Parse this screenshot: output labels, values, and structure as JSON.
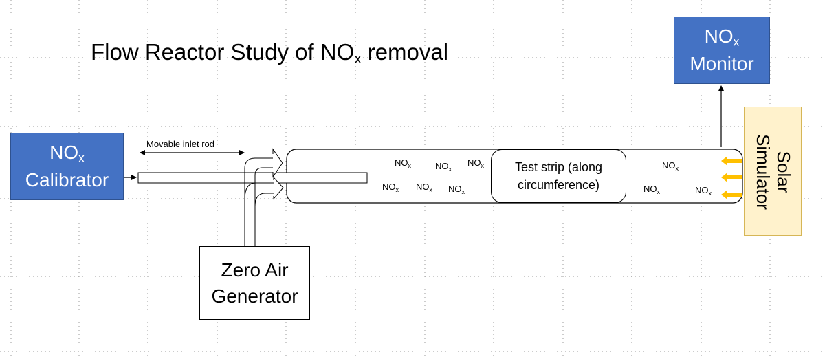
{
  "title": {
    "text": "Flow Reactor Study of NO",
    "sub": "x",
    "tail": " removal"
  },
  "calibrator": {
    "line1": "NO",
    "line1_sub": "x",
    "line2": "Calibrator"
  },
  "monitor": {
    "line1": "NO",
    "line1_sub": "x",
    "line2": "Monitor"
  },
  "zero_air": {
    "line1": "Zero Air",
    "line2": "Generator"
  },
  "solar": {
    "line1": "Solar",
    "line2": "Simulator"
  },
  "inlet_rod_label": "Movable inlet rod",
  "test_strip": {
    "line1": "Test strip (along",
    "line2": "circumference)"
  },
  "nox_labels": [
    {
      "base": "NO",
      "sub": "x"
    },
    {
      "base": "NO",
      "sub": "x"
    },
    {
      "base": "NO",
      "sub": "x"
    },
    {
      "base": "NO",
      "sub": "x"
    },
    {
      "base": "NO",
      "sub": "x"
    },
    {
      "base": "NO",
      "sub": "x"
    },
    {
      "base": "NO",
      "sub": "x"
    },
    {
      "base": "NO",
      "sub": "x"
    },
    {
      "base": "NO",
      "sub": "x"
    }
  ],
  "colors": {
    "box_blue": "#4472C4",
    "box_blue_border": "#2F528F",
    "solar_fill": "#FFF2CC",
    "solar_border": "#D6B656",
    "light_arrow": "#FFC000",
    "grid_dot": "#9a9a9a"
  }
}
